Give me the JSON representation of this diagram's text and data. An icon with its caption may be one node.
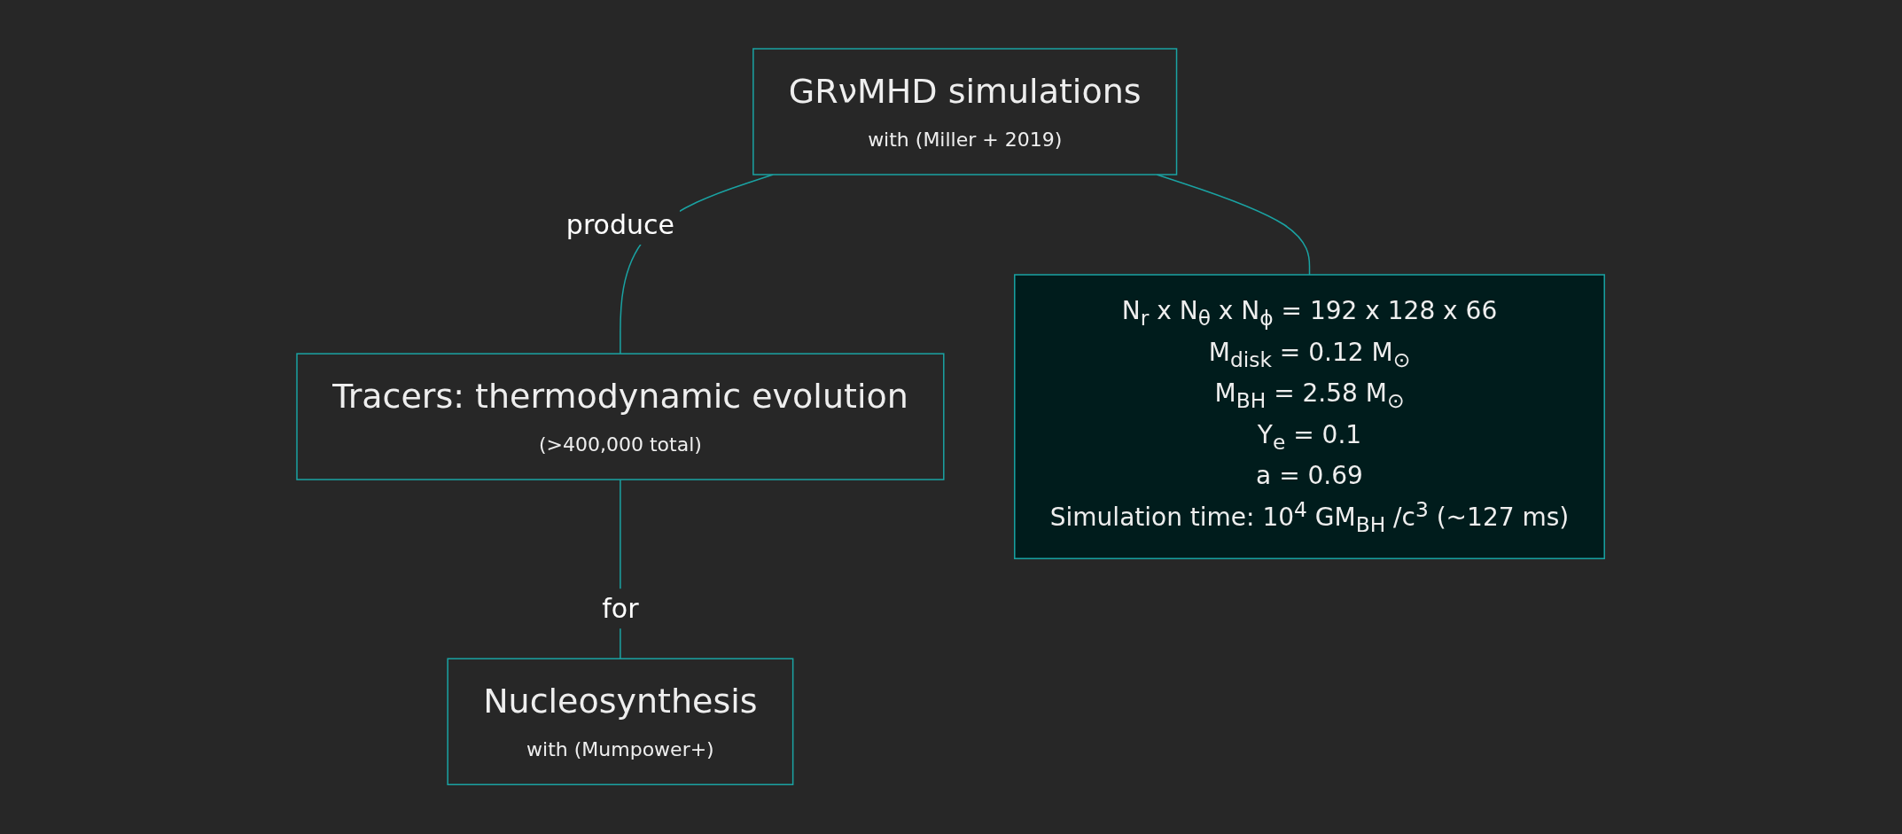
{
  "diagram": {
    "nodes": [
      {
        "text": [
          "GRνMHD simulations",
          "with (Miller + 2019)"
        ]
      },
      {
        "text": [
          "Tracers: thermodynamic evolution",
          "(>400,000 total)"
        ]
      },
      {
        "text": [
          "Nucleosynthesis",
          "with (Mumpower+)"
        ]
      },
      {
        "text": [
          "N$_{r}$ x N$_{θ}$ x N$_{ϕ}$ = 192 x 128 x 66",
          "M$_{disk}$ = 0.12 M$_{⊙}$",
          "M$_{BH}$ = 2.58 M$_{⊙}$",
          "Y$_{e}$ = 0.1",
          "a = 0.69",
          "Simulation time: 10$^{4}$ GM$_{BH}$ /c$^{3}$ (~127 ms)"
        ]
      }
    ],
    "edges": [
      {
        "from": 0,
        "to": 1,
        "arrow": "none",
        "label": "produce"
      },
      {
        "from": 1,
        "to": 2,
        "arrow": "none",
        "label": "for"
      },
      {
        "from": 0,
        "to": 3,
        "arrow": "none"
      }
    ]
  }
}
